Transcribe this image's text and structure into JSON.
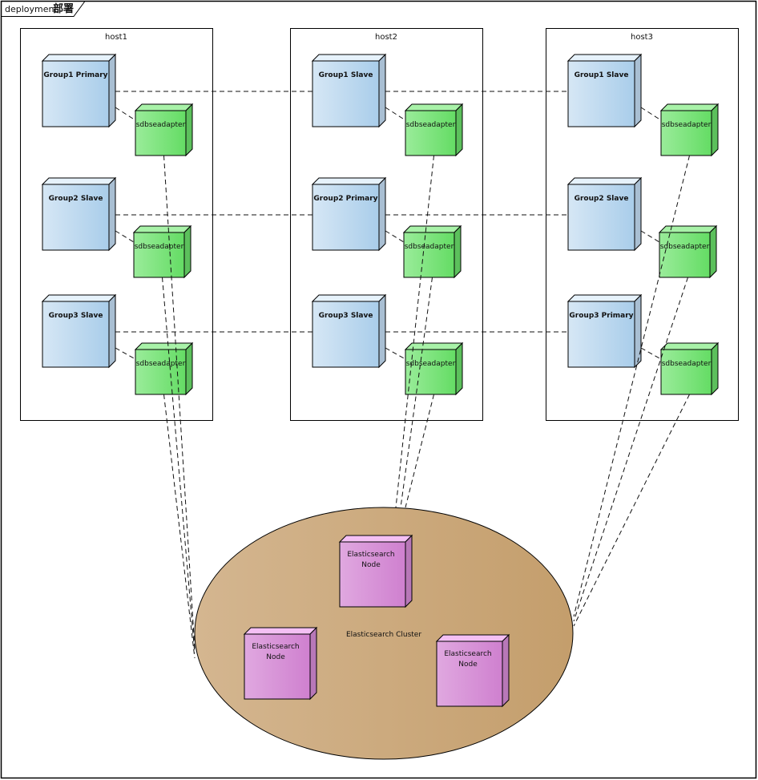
{
  "frame": {
    "kind": "deployment",
    "title": "部署"
  },
  "hosts": [
    {
      "name": "host1",
      "rows": [
        {
          "node": "Group1 Primary",
          "adapter": "sdbseadapter"
        },
        {
          "node": "Group2 Slave",
          "adapter": "sdbseadapter"
        },
        {
          "node": "Group3 Slave",
          "adapter": "sdbseadapter"
        }
      ]
    },
    {
      "name": "host2",
      "rows": [
        {
          "node": "Group1 Slave",
          "adapter": "sdbseadapter"
        },
        {
          "node": "Group2 Primary",
          "adapter": "sdbseadapter"
        },
        {
          "node": "Group3 Slave",
          "adapter": "sdbseadapter"
        }
      ]
    },
    {
      "name": "host3",
      "rows": [
        {
          "node": "Group1 Slave",
          "adapter": "sdbseadapter"
        },
        {
          "node": "Group2 Slave",
          "adapter": "sdbseadapter"
        },
        {
          "node": "Group3 Primary",
          "adapter": "sdbseadapter"
        }
      ]
    }
  ],
  "cluster": {
    "name": "Elasticsearch Cluster",
    "nodes": [
      {
        "line1": "Elasticsearch",
        "line2": "Node"
      },
      {
        "line1": "Elasticsearch",
        "line2": "Node"
      },
      {
        "line1": "Elasticsearch",
        "line2": "Node"
      }
    ]
  },
  "colors": {
    "group_node": "#b3d3ee",
    "adapter_node": "#6ee26e",
    "es_node": "#d88ed8",
    "cluster": "#c9a87a"
  }
}
